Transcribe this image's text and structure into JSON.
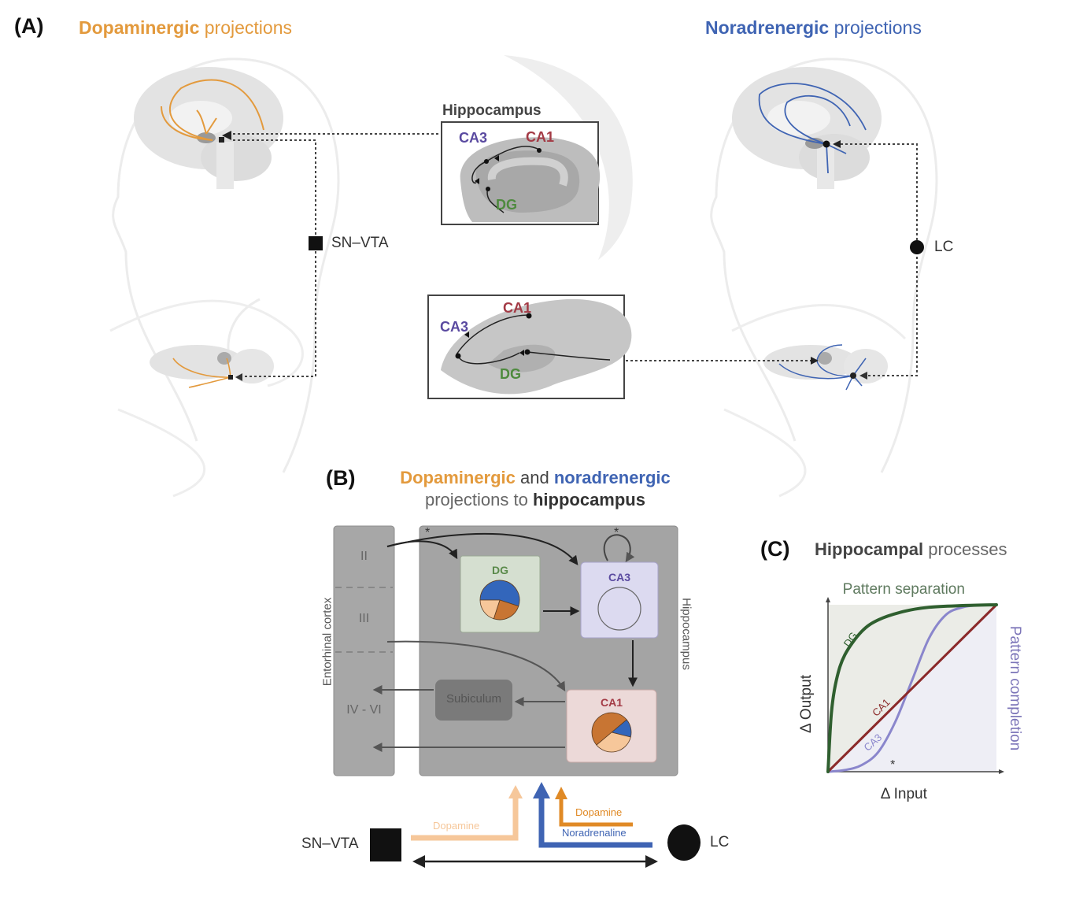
{
  "panel_a": {
    "label": "(A)",
    "left_title_bold": "Dopaminergic",
    "left_title_rest": " projections",
    "right_title_bold": "Noradrenergic",
    "right_title_rest": " projections",
    "hippocampus_heading": "Hippocampus",
    "human_hippo": {
      "ca3": "CA3",
      "ca1": "CA1",
      "dg": "DG"
    },
    "rodent_hippo": {
      "ca3": "CA3",
      "ca1": "CA1",
      "dg": "DG"
    },
    "sn_vta_label": "SN–VTA",
    "lc_label": "LC"
  },
  "panel_b": {
    "label": "(B)",
    "title_line1_orange": "Dopaminergic",
    "title_line1_mid": " and ",
    "title_line1_blue": "noradrenergic",
    "title_line2_plain": "projections to ",
    "title_line2_bold": "hippocampus",
    "ec_label": "Entorhinal cortex",
    "hippo_label": "Hippocampus",
    "layers": [
      "II",
      "III",
      "IV - VI"
    ],
    "dg_label": "DG",
    "ca3_label": "CA3",
    "ca1_label": "CA1",
    "subiculum_label": "Subiculum",
    "star": "*",
    "dg_pie": [
      {
        "name": "noradrenaline",
        "fraction": 0.55,
        "color": "#3366bb"
      },
      {
        "name": "dopamine-lc",
        "fraction": 0.25,
        "color": "#c87533"
      },
      {
        "name": "dopamine-snvta",
        "fraction": 0.2,
        "color": "#f6c79a"
      }
    ],
    "ca1_pie": [
      {
        "name": "noradrenaline",
        "fraction": 0.15,
        "color": "#3366bb"
      },
      {
        "name": "dopamine-snvta",
        "fraction": 0.35,
        "color": "#f6c79a"
      },
      {
        "name": "dopamine-lc",
        "fraction": 0.5,
        "color": "#c87533"
      }
    ],
    "sn_vta_label": "SN–VTA",
    "lc_label": "LC",
    "arrow_dopamine_snvta": "Dopamine",
    "arrow_dopamine_lc": "Dopamine",
    "arrow_noradrenaline": "Noradrenaline"
  },
  "panel_c": {
    "label": "(C)",
    "title_bold": "Hippocampal",
    "title_rest": " processes"
  },
  "chart_data": {
    "type": "line",
    "title": "Hippocampal processes",
    "xlabel": "Δ Input",
    "ylabel": "Δ Output",
    "top_annotation": "Pattern separation",
    "right_annotation": "Pattern completion",
    "xlim": [
      0,
      1
    ],
    "ylim": [
      0,
      1
    ],
    "grid": false,
    "series": [
      {
        "name": "DG",
        "color": "#2f5f2f",
        "x": [
          0,
          0.02,
          0.05,
          0.1,
          0.2,
          0.3,
          0.45,
          0.6,
          0.8,
          1.0
        ],
        "y": [
          0,
          0.35,
          0.55,
          0.7,
          0.84,
          0.91,
          0.96,
          0.985,
          0.995,
          1.0
        ]
      },
      {
        "name": "CA1",
        "color": "#8b2a2a",
        "x": [
          0,
          1
        ],
        "y": [
          0,
          1
        ]
      },
      {
        "name": "CA3",
        "color": "#8a86cc",
        "x": [
          0,
          0.1,
          0.2,
          0.3,
          0.4,
          0.5,
          0.6,
          0.7,
          0.8,
          0.9,
          1.0
        ],
        "y": [
          0,
          0.01,
          0.04,
          0.12,
          0.3,
          0.55,
          0.8,
          0.94,
          0.985,
          0.998,
          1.0
        ]
      }
    ],
    "annotations": [
      "*"
    ]
  },
  "colors": {
    "dopamine": "#e39a3d",
    "dopamine_light": "#f6c79a",
    "noradrenaline": "#3f64b3",
    "dg": "#4e8a3e",
    "ca3": "#5a4aa0",
    "ca1": "#a33a45"
  }
}
